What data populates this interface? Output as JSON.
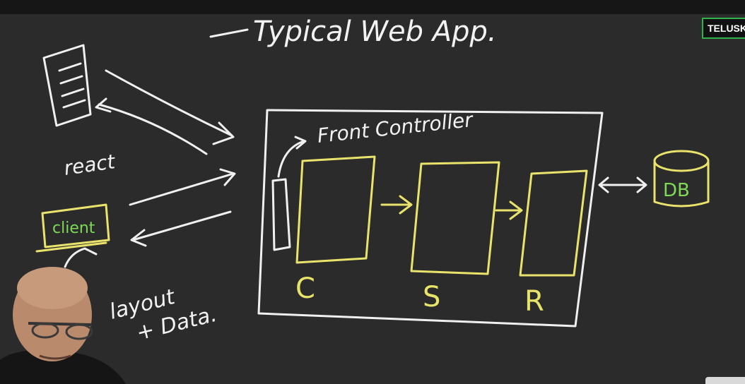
{
  "brand": {
    "badge_text": "TELUSKO",
    "badge_color": "#2fb34a"
  },
  "diagram": {
    "title": "Typical Web App.",
    "front_controller_label": "Front Controller",
    "react_label": "react",
    "client_label": "client",
    "layout_data_label_line1": "layout",
    "layout_data_label_line2": "+ Data.",
    "db_label": "DB",
    "box_labels": {
      "controller": "C",
      "service": "S",
      "repository": "R"
    },
    "colors": {
      "chalk": "#f0f0f0",
      "yellow": "#e9e36c",
      "green": "#7ed957",
      "board": "#2b2b2b"
    }
  }
}
